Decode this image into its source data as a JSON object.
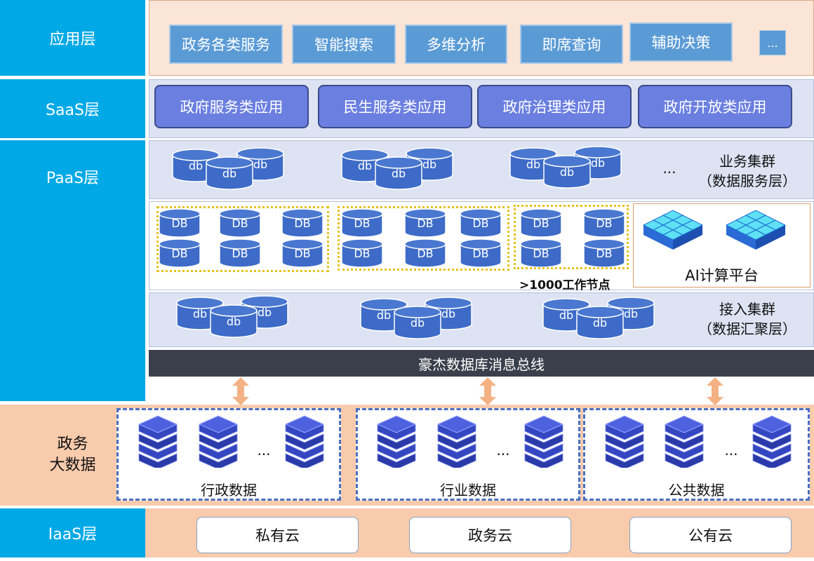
{
  "layers": {
    "app": "应用层",
    "saas": "SaaS层",
    "paas": "PaaS层",
    "gov": "政务\n大数据",
    "iaas": "IaaS层"
  },
  "app_items": [
    "政务各类服务",
    "智能搜索",
    "多维分析",
    "即席查询",
    "辅助决策",
    "..."
  ],
  "saas_items": [
    "政府服务类应用",
    "民生服务类应用",
    "政府治理类应用",
    "政府开放类应用"
  ],
  "paas": {
    "db_small": "db",
    "db_big": "DB",
    "ellipsis": "...",
    "business_cluster": "业务集群",
    "business_sub": "（数据服务层）",
    "nodes_label": ">1000工作节点",
    "ai_platform": "AI计算平台",
    "access_cluster": "接入集群",
    "access_sub": "（数据汇聚层）",
    "bus": "豪杰数据库消息总线"
  },
  "gov_groups": [
    "行政数据",
    "行业数据",
    "公共数据"
  ],
  "gov_ellipsis": "...",
  "clouds": [
    "私有云",
    "政务云",
    "公有云"
  ],
  "colors": {
    "layer_label": "#00a9e6",
    "app_bg": "#fbe5d6",
    "app_btn": "#5b9bd5",
    "saas_btn": "#6a7fe0",
    "band_bg": "#dde3f3",
    "db_fill": "#3d6bc7",
    "bus": "#3a3f4b",
    "gov_bg": "#f8cbad",
    "arrow": "#f4b183"
  }
}
